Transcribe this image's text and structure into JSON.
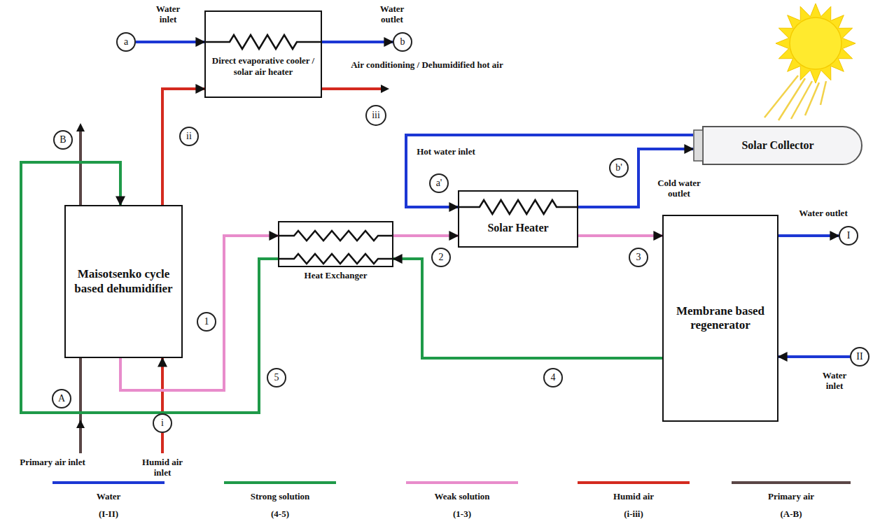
{
  "diagram": {
    "nodes": [
      {
        "text": [
          "a"
        ]
      },
      {
        "text": [
          "Direct evaporative cooler / solar air heater"
        ]
      },
      {
        "text": [
          "b"
        ]
      },
      {
        "text": [
          "ii"
        ]
      },
      {
        "text": [
          "iii"
        ]
      },
      {
        "text": [
          "B"
        ]
      },
      {
        "text": [
          "Maisotsenko cycle based dehumidifier"
        ]
      },
      {
        "text": [
          "Heat Exchanger"
        ]
      },
      {
        "text": [
          "1"
        ]
      },
      {
        "text": [
          "a'"
        ]
      },
      {
        "text": [
          "Solar Heater"
        ]
      },
      {
        "text": [
          "b'"
        ]
      },
      {
        "text": [
          "Solar Collector"
        ]
      },
      {
        "text": [
          "2"
        ]
      },
      {
        "text": [
          "3"
        ]
      },
      {
        "text": [
          "Membrane based regenerator"
        ]
      },
      {
        "text": [
          "I"
        ]
      },
      {
        "text": [
          "II"
        ]
      },
      {
        "text": [
          "4"
        ]
      },
      {
        "text": [
          "5"
        ]
      },
      {
        "text": [
          "A"
        ]
      },
      {
        "text": [
          "i"
        ]
      }
    ],
    "edges": [
      {
        "from": 0,
        "to": 1,
        "arrow": "to"
      },
      {
        "from": 1,
        "to": 2,
        "arrow": "to"
      },
      {
        "from": 6,
        "to": 1,
        "arrow": "to"
      },
      {
        "from": 21,
        "to": 6,
        "arrow": "to"
      },
      {
        "from": 6,
        "to": 7,
        "arrow": "to"
      },
      {
        "from": 7,
        "to": 10,
        "arrow": "to"
      },
      {
        "from": 10,
        "to": 15,
        "arrow": "to"
      },
      {
        "from": 15,
        "to": 7,
        "arrow": "to"
      },
      {
        "from": 7,
        "to": 6,
        "arrow": "to"
      },
      {
        "from": 12,
        "to": 10,
        "arrow": "to"
      },
      {
        "from": 10,
        "to": 12,
        "arrow": "to"
      },
      {
        "from": 15,
        "to": 16,
        "arrow": "to"
      },
      {
        "from": 17,
        "to": 15,
        "arrow": "to"
      }
    ],
    "labels": [
      "Water inlet",
      "Water outlet",
      "Air conditioning / Dehumidified hot air",
      "Hot water inlet",
      "Cold water outlet",
      "Water outlet",
      "Water inlet",
      "Primary air inlet",
      "Humid air inlet",
      "(I-II)",
      "(4-5)",
      "(1-3)",
      "(i-iii)",
      "(A-B)"
    ],
    "legend": [
      {
        "text": "Water",
        "color": "#1c37d4"
      },
      {
        "text": "Strong solution",
        "color": "#1f9a49"
      },
      {
        "text": "Weak solution",
        "color": "#e88ccb"
      },
      {
        "text": "Humid air",
        "color": "#d42a1f"
      },
      {
        "text": "Primary air",
        "color": "#5a4646"
      }
    ]
  }
}
